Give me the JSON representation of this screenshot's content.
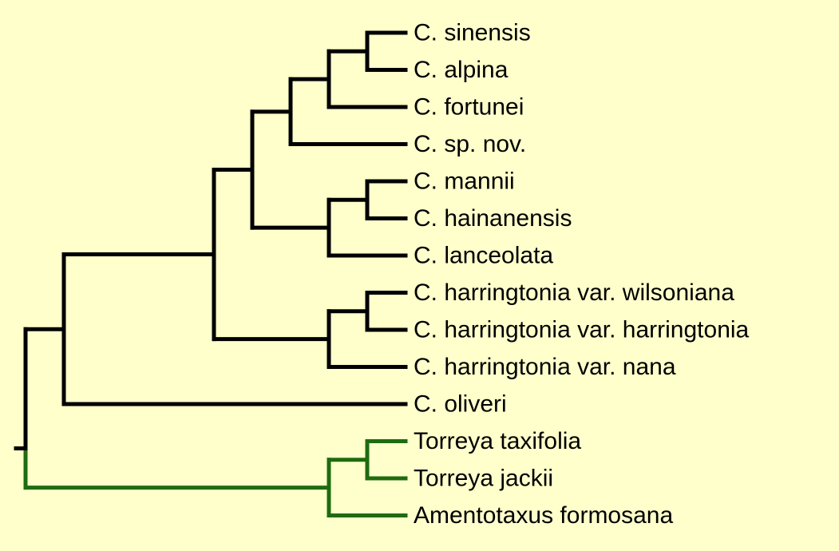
{
  "colors": {
    "background": "#FFFFCC",
    "ingroup_branch": "#000000",
    "outgroup_branch": "#1E6B10",
    "label_text": "#000000"
  },
  "taxa": [
    "C. sinensis",
    "C. alpina",
    "C. fortunei",
    "C. sp. nov.",
    "C. mannii",
    "C. hainanensis",
    "C. lanceolata",
    "C. harringtonia var. wilsoniana",
    "C. harringtonia var. harringtonia",
    "C. harringtonia var. nana",
    "C. oliveri",
    "Torreya taxifolia",
    "Torreya jackii",
    "Amentotaxus formosana"
  ],
  "tree": {
    "group": "ingroup",
    "children": [
      {
        "group": "ingroup",
        "children": [
          {
            "group": "ingroup",
            "children": [
              {
                "group": "ingroup",
                "children": [
                  {
                    "group": "ingroup",
                    "children": [
                      {
                        "group": "ingroup",
                        "children": [
                          {
                            "leaf": 0
                          },
                          {
                            "leaf": 1
                          }
                        ]
                      },
                      {
                        "leaf": 2
                      }
                    ]
                  },
                  {
                    "leaf": 3
                  }
                ]
              },
              {
                "group": "ingroup",
                "children": [
                  {
                    "group": "ingroup",
                    "children": [
                      {
                        "leaf": 4
                      },
                      {
                        "leaf": 5
                      }
                    ]
                  },
                  {
                    "leaf": 6
                  }
                ]
              }
            ]
          },
          {
            "group": "ingroup",
            "children": [
              {
                "group": "ingroup",
                "children": [
                  {
                    "leaf": 7
                  },
                  {
                    "leaf": 8
                  }
                ]
              },
              {
                "leaf": 9
              }
            ]
          }
        ]
      },
      {
        "leaf": 10
      }
    ]
  },
  "outgroup": {
    "group": "outgroup",
    "children": [
      {
        "group": "outgroup",
        "children": [
          {
            "leaf": 11
          },
          {
            "leaf": 12
          }
        ]
      },
      {
        "leaf": 13
      }
    ]
  }
}
